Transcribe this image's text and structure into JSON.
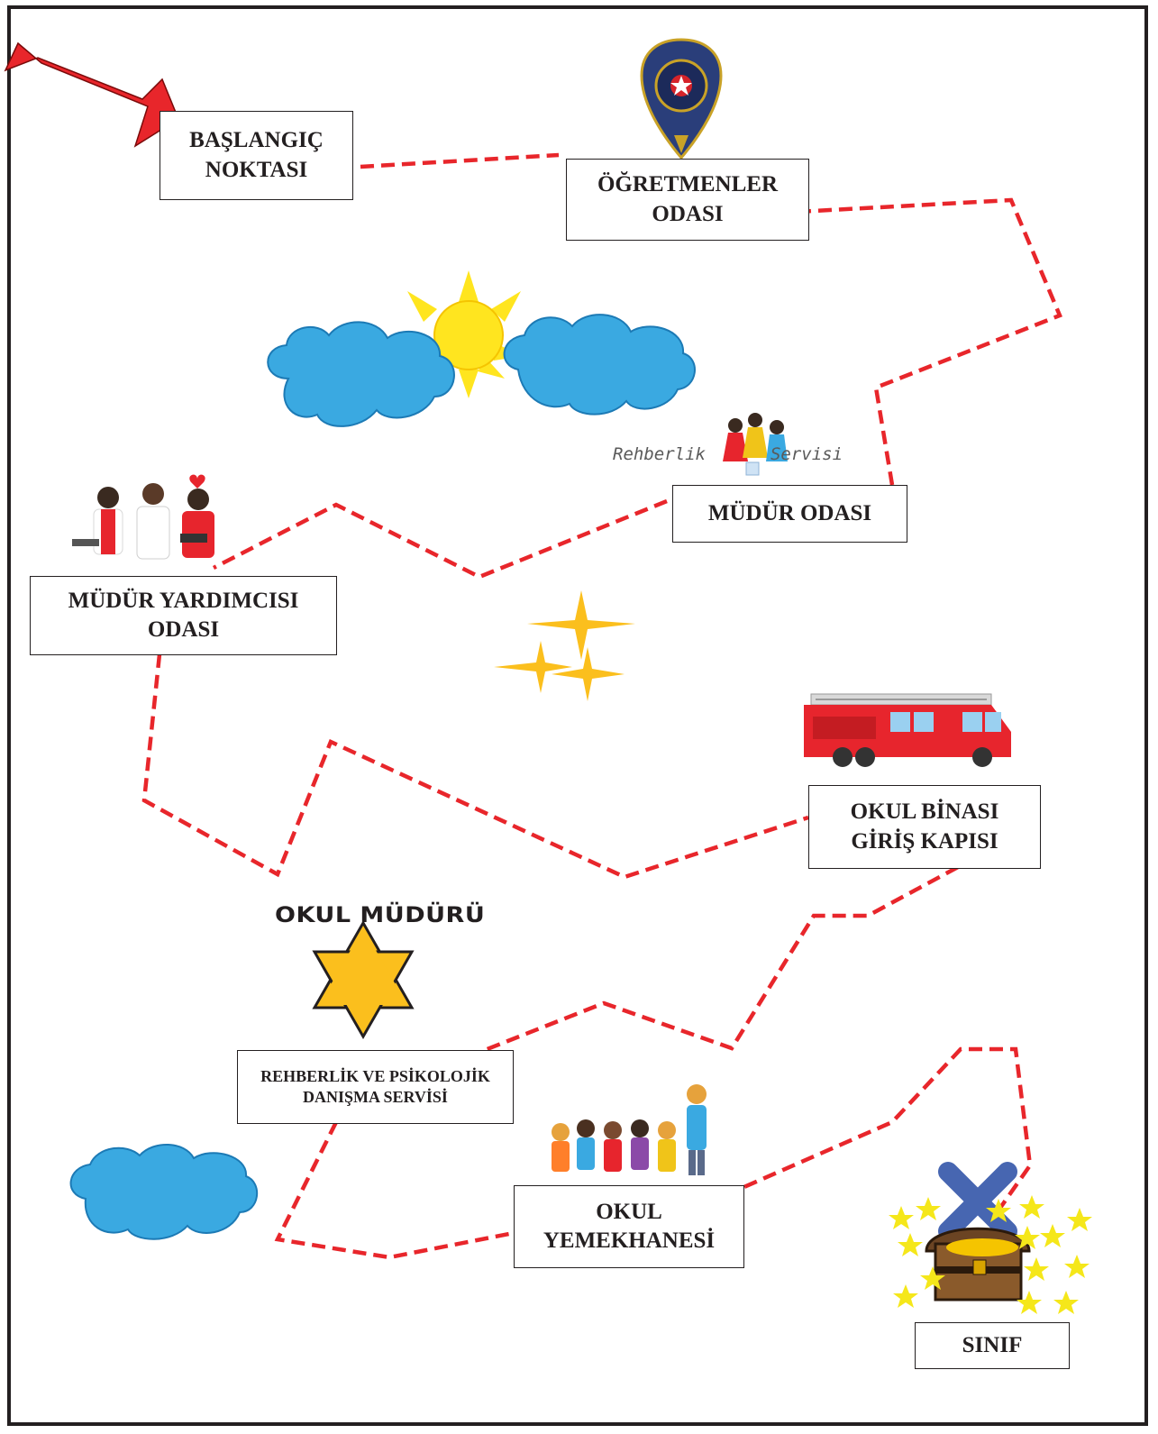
{
  "stations": {
    "start": {
      "line1": "BAŞLANGIÇ",
      "line2": "NOKTASI"
    },
    "teachers_room": {
      "line1": "ÖĞRETMENLER",
      "line2": "ODASI"
    },
    "principal_room": {
      "line1": "MÜDÜR ODASI"
    },
    "vice_principal_room": {
      "line1": "MÜDÜR YARDIMCISI",
      "line2": "ODASI"
    },
    "building_entrance": {
      "line1": "OKUL BİNASI",
      "line2": "GİRİŞ KAPISI"
    },
    "guidance_service": {
      "line1": "REHBERLİK VE PSİKOLOJİK",
      "line2": "DANIŞMA SERVİSİ"
    },
    "cafeteria": {
      "line1": "OKUL",
      "line2": "YEMEKHANESİ"
    },
    "classroom": {
      "line1": "SINIF"
    }
  },
  "labels": {
    "principal_star_label": "OKUL MÜDÜRÜ",
    "guidance_logo_word1": "Rehberlik",
    "guidance_logo_word2": "Servisi"
  },
  "icons": [
    "red-arrow-icon",
    "police-badge-icon",
    "sun-icon",
    "cloud-icon",
    "guidance-children-logo-icon",
    "staff-people-icon",
    "sparkle-stars-icon",
    "fire-truck-icon",
    "hexagram-star-icon",
    "children-group-icon",
    "treasure-chest-icon",
    "x-mark-icon"
  ],
  "colors": {
    "path": "#e8262b",
    "arrow": "#e8262b",
    "cloud": "#3aa9e1",
    "sun": "#ffe51f",
    "star": "#fbbf1d",
    "fire_truck": "#e7252d",
    "x_mark": "#4766b1",
    "border": "#231f20"
  }
}
